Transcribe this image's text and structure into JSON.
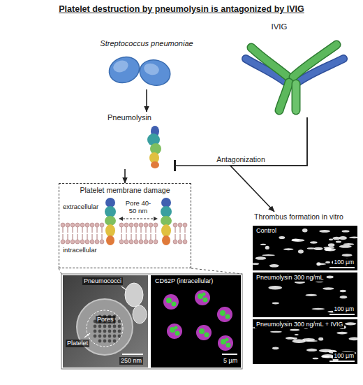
{
  "diagram": {
    "title": "Platelet destruction by pneumolysin is antagonized by IVIG",
    "nodes": [
      {
        "text": [
          "Streptococcus pneumoniae"
        ]
      },
      {
        "text": [
          "Pneumolysin"
        ]
      },
      {
        "text": [
          "IVIG"
        ]
      },
      {
        "text": [
          "Platelet membrane damage"
        ]
      },
      {
        "text": [
          "Thrombus formation in vitro"
        ]
      },
      {
        "text": [
          "Control",
          "100 µm"
        ],
        "in": 4
      },
      {
        "text": [
          "Pneumolysin 300 ng/mL",
          "100 µm"
        ],
        "in": 4
      },
      {
        "text": [
          "Pneumolysin 300 ng/mL + IVIG",
          "100 µm"
        ],
        "in": 4
      }
    ],
    "edges": [
      {
        "from": 0,
        "to": 1,
        "arrow": "to"
      },
      {
        "from": 1,
        "to": 3,
        "arrow": "to"
      },
      {
        "from": 2,
        "to": 1,
        "arrow": "to",
        "label": "Antagonization"
      },
      {
        "from": 2,
        "to": 4,
        "arrow": "to"
      }
    ],
    "labels": [
      "extracellular",
      "intracellular",
      "Pore 40-50 nm",
      "Pneumococci",
      "Pores",
      "Platelet",
      "250 nm",
      "CD62P (intracellular)",
      "5 µm"
    ]
  }
}
